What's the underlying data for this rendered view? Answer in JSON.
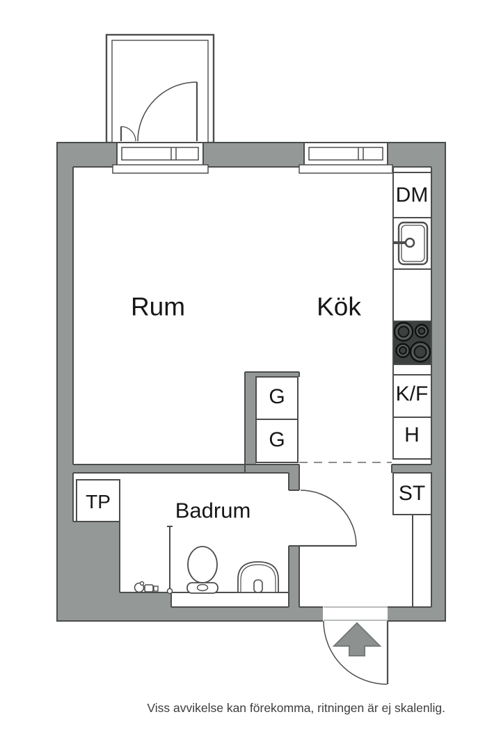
{
  "meta": {
    "type": "apartment-floor-plan",
    "language": "sv"
  },
  "labels": {
    "rum": "Rum",
    "kok": "Kök",
    "badrum": "Badrum",
    "dm": "DM",
    "kf": "K/F",
    "h": "H",
    "st": "ST",
    "g_upper": "G",
    "g_lower": "G",
    "tp": "TP"
  },
  "footer": {
    "disclaimer": "Viss avvikelse kan förekomma, ritningen är ej skalenlig."
  },
  "colors": {
    "wall": "#949897",
    "outline": "#4b4d4c",
    "stove_body": "#3c403f",
    "burner_fill": "#565b5a",
    "burner_ring": "#101211",
    "arrow": "#8d9291",
    "arrow_outline": "#767a79",
    "text": "#161616",
    "disclaimer_text": "#3d3d3d",
    "dash": "#8a8e8d",
    "threshold": "#a2a6a5"
  },
  "icons": {
    "sink-icon": "kitchen sink with faucet",
    "stove-icon": "four burner cooktop",
    "toilet-icon": "toilet seen from above",
    "washbasin-icon": "bathroom washbasin",
    "shower-rail-icon": "shower rail with drain",
    "valves-icon": "floor valves / washing machine outlet",
    "entrance-arrow-icon": "entrance direction arrow",
    "balcony-door-swing": "balcony door swing arcs",
    "bathroom-door-swing": "bathroom door swing arc",
    "entrance-door-swing": "entrance door swing arc",
    "window-icon": "window with mullions"
  }
}
